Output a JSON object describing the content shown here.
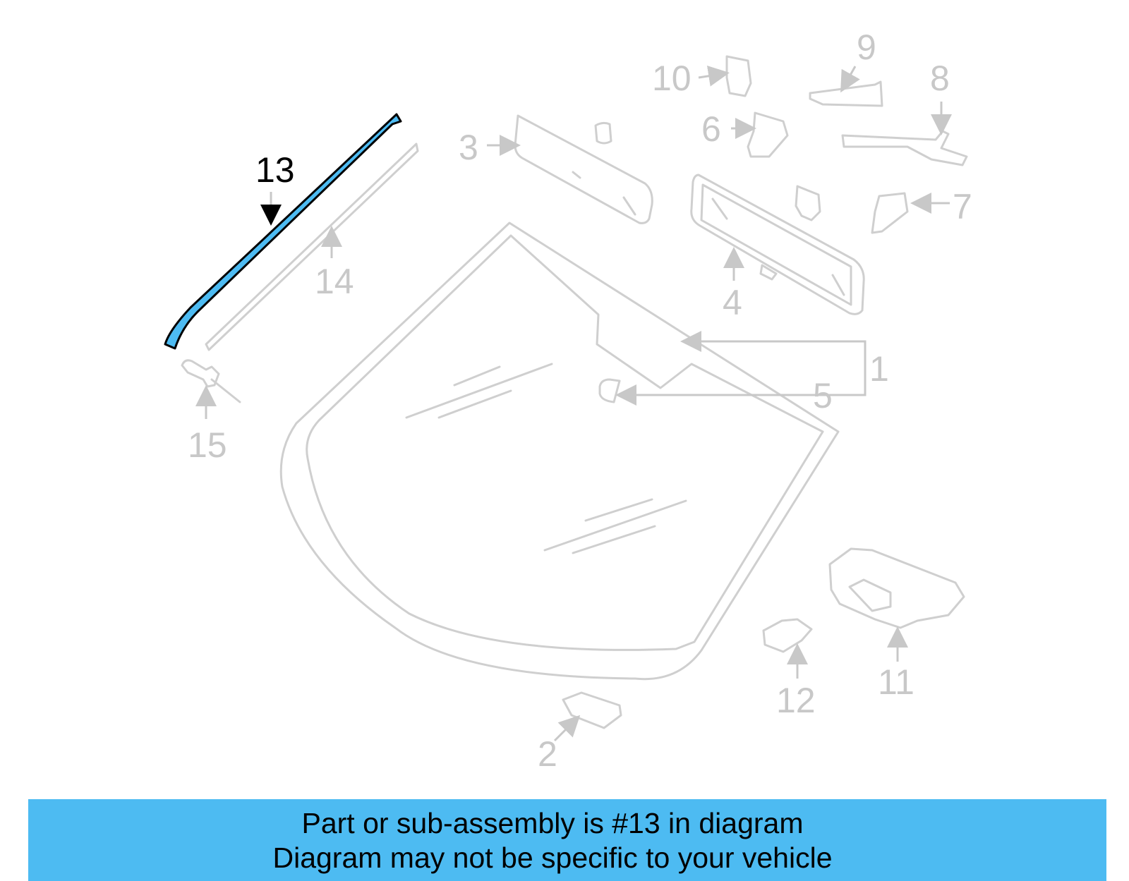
{
  "diagram": {
    "highlight_color": "#4dbbf2",
    "part_color": "#cfcfcf",
    "callouts": {
      "c1": "1",
      "c2": "2",
      "c3": "3",
      "c4": "4",
      "c5": "5",
      "c6": "6",
      "c7": "7",
      "c8": "8",
      "c9": "9",
      "c10": "10",
      "c11": "11",
      "c12": "12",
      "c13": "13",
      "c14": "14",
      "c15": "15"
    }
  },
  "banner": {
    "line1": "Part or sub-assembly is #13 in diagram",
    "line2": "Diagram may not be specific to your vehicle",
    "background": "#4dbbf2"
  }
}
